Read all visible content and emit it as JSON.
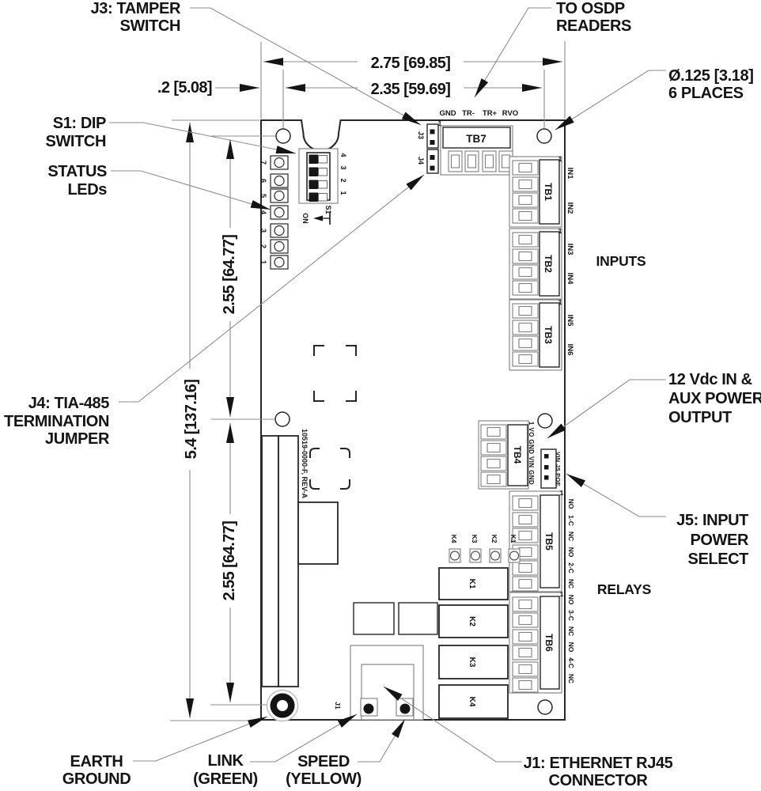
{
  "callouts": {
    "tamper": [
      "J3: TAMPER",
      "SWITCH"
    ],
    "osdp": [
      "TO OSDP",
      "READERS"
    ],
    "hole_note": [
      "Ø.125 [3.18]",
      "6 PLACES"
    ],
    "dip": [
      "S1: DIP",
      "SWITCH"
    ],
    "status": [
      "STATUS",
      "LEDs"
    ],
    "termination": [
      "J4: TIA-485",
      "TERMINATION",
      "JUMPER"
    ],
    "aux_power": [
      "12 Vdc IN &",
      "AUX POWER",
      "OUTPUT"
    ],
    "power_select": [
      "J5: INPUT",
      "POWER",
      "SELECT"
    ],
    "earth": [
      "EARTH",
      "GROUND"
    ],
    "link": [
      "LINK",
      "(GREEN)"
    ],
    "speed": [
      "SPEED",
      "(YELLOW)"
    ],
    "ethernet": [
      "J1: ETHERNET RJ45",
      "CONNECTOR"
    ],
    "inputs": "INPUTS",
    "relays": "RELAYS"
  },
  "dimensions": {
    "width_full": "2.75 [69.85]",
    "width_holes": "2.35 [59.69]",
    "edge_offset": ".2 [5.08]",
    "height_full": "5.4 [137.16]",
    "height_upper": "2.55 [64.77]",
    "height_lower": "2.55 [64.77]"
  },
  "board": {
    "part_number": "10519-0000-F, REV-A",
    "reader_pins": [
      "GND",
      "TR-",
      "TR+",
      "RVO"
    ],
    "tb_labels": {
      "tb1": "TB1",
      "tb2": "TB2",
      "tb3": "TB3",
      "tb4": "TB4",
      "tb5": "TB5",
      "tb6": "TB6",
      "tb7": "TB7"
    },
    "pin1": "1",
    "j3": "J3",
    "j4": "J4",
    "j1": "J1",
    "s1": "S1",
    "on": "ON",
    "dip_positions": [
      "4",
      "3",
      "2",
      "1"
    ],
    "led_numbers": [
      "7",
      "6",
      "5",
      "4",
      "3",
      "2",
      "1"
    ],
    "input_pins": [
      "IN1",
      "IN2",
      "IN3",
      "IN4",
      "IN5",
      "IN6"
    ],
    "relay_contacts": [
      "NO",
      "1-C",
      "NC",
      "NO",
      "2-C",
      "NC",
      "NO",
      "3-C",
      "NC",
      "NO",
      "4-C",
      "NC"
    ],
    "relay_led_labels": [
      "K4",
      "K3",
      "K2",
      "K1"
    ],
    "relay_labels": [
      "K1",
      "K2",
      "K3",
      "K4"
    ],
    "tb4_pins": "1 VO GND VIN GND",
    "j5_pins": "VIN J5 POE"
  }
}
